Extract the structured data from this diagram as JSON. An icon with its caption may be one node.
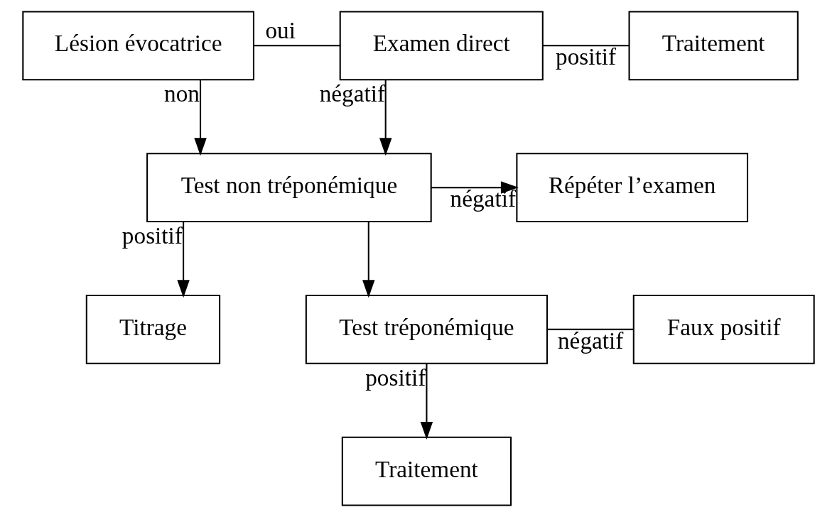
{
  "diagram": {
    "nodes": [
      {
        "text": [
          "Lésion évocatrice"
        ]
      },
      {
        "text": [
          "Examen direct"
        ]
      },
      {
        "text": [
          "Traitement"
        ]
      },
      {
        "text": [
          "Test non tréponémique"
        ]
      },
      {
        "text": [
          "Répéter l’examen"
        ]
      },
      {
        "text": [
          "Titrage"
        ]
      },
      {
        "text": [
          "Test tréponémique"
        ]
      },
      {
        "text": [
          "Faux positif"
        ]
      },
      {
        "text": [
          "Traitement"
        ]
      }
    ],
    "edges": [
      {
        "from": 0,
        "to": 1,
        "arrow": "none",
        "label": "oui"
      },
      {
        "from": 1,
        "to": 2,
        "arrow": "none",
        "label": "positif"
      },
      {
        "from": 0,
        "to": 3,
        "arrow": "to",
        "label": "non"
      },
      {
        "from": 1,
        "to": 3,
        "arrow": "to",
        "label": "négatif"
      },
      {
        "from": 3,
        "to": 4,
        "arrow": "to",
        "label": "négatif"
      },
      {
        "from": 3,
        "to": 5,
        "arrow": "to",
        "label": "positif"
      },
      {
        "from": 3,
        "to": 6,
        "arrow": "to"
      },
      {
        "from": 6,
        "to": 7,
        "arrow": "none",
        "label": "négatif"
      },
      {
        "from": 6,
        "to": 8,
        "arrow": "to",
        "label": "positif"
      }
    ]
  }
}
